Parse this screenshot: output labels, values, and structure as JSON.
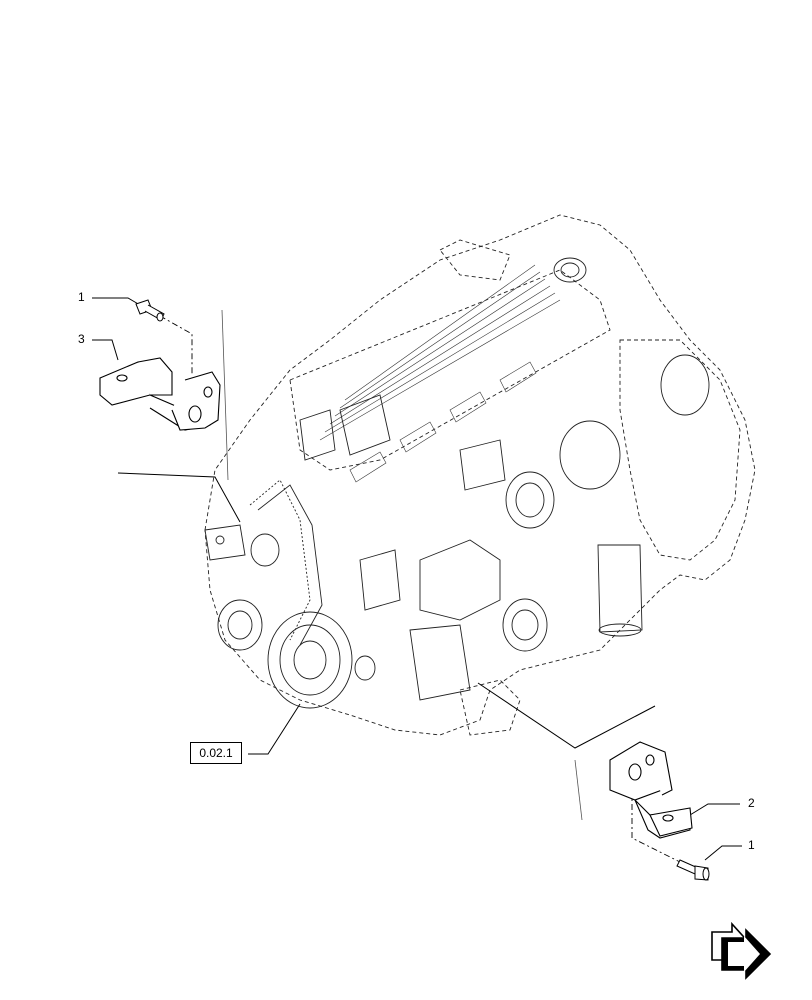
{
  "callouts": {
    "left_bolt": "1",
    "left_bracket": "3",
    "right_bracket": "2",
    "right_bolt": "1"
  },
  "reference": {
    "label": "0.02.1"
  },
  "icons": {
    "direction_arrow": "double-arrow-icon"
  },
  "colors": {
    "line": "#000000",
    "dashed": "#333333"
  }
}
